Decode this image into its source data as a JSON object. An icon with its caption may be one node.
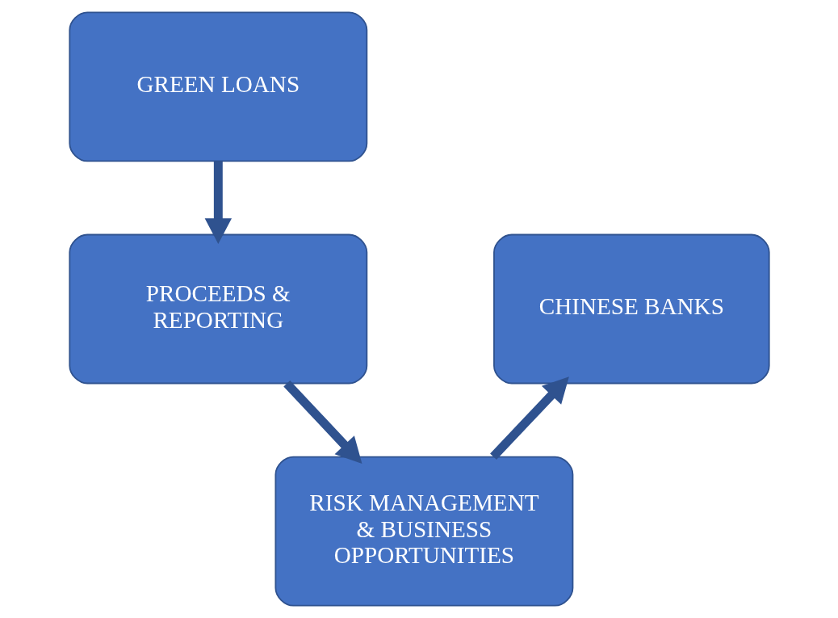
{
  "diagram": {
    "nodes": [
      {
        "text": [
          "GREEN LOANS"
        ]
      },
      {
        "text": [
          "PROCEEDS & REPORTING"
        ]
      },
      {
        "text": [
          "RISK MANAGEMENT & BUSINESS OPPORTUNITIES"
        ]
      },
      {
        "text": [
          "CHINESE BANKS"
        ]
      }
    ],
    "edges": [
      {
        "from": 0,
        "to": 1,
        "arrow": "to"
      },
      {
        "from": 1,
        "to": 2,
        "arrow": "to"
      },
      {
        "from": 2,
        "to": 3,
        "arrow": "to"
      }
    ]
  }
}
